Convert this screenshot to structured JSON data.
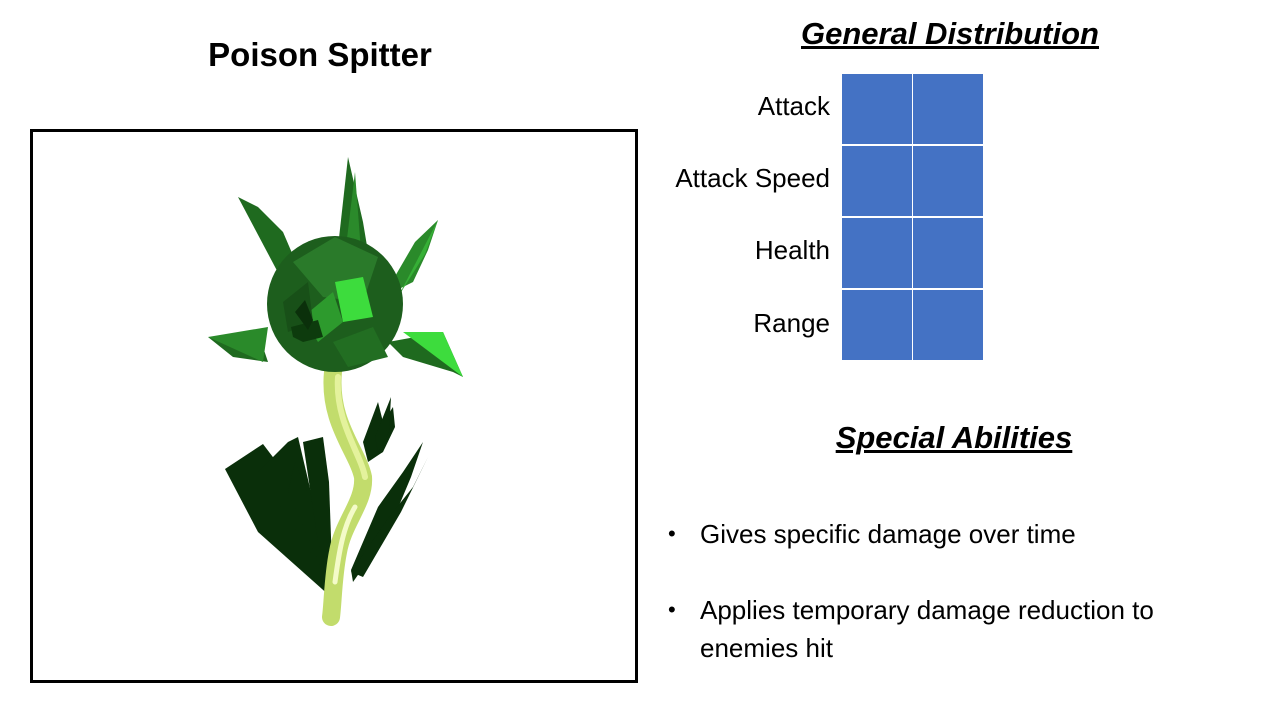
{
  "title": "Poison Spitter",
  "general_distribution": {
    "heading": "General Distribution",
    "stats": [
      {
        "label": "Attack",
        "boxes": 2
      },
      {
        "label": "Attack Speed",
        "boxes": 2
      },
      {
        "label": "Health",
        "boxes": 2
      },
      {
        "label": "Range",
        "boxes": 2
      }
    ],
    "box_color": "#4472c4"
  },
  "special_abilities": {
    "heading": "Special Abilities",
    "items": [
      "Gives  specific damage over time",
      "Applies temporary damage reduction to enemies hit"
    ]
  },
  "colors": {
    "leaf_dark": "#0d3b0d",
    "plant_green": "#2e8b2e",
    "plant_light": "#3ddc3d",
    "stem": "#c8e07a"
  }
}
